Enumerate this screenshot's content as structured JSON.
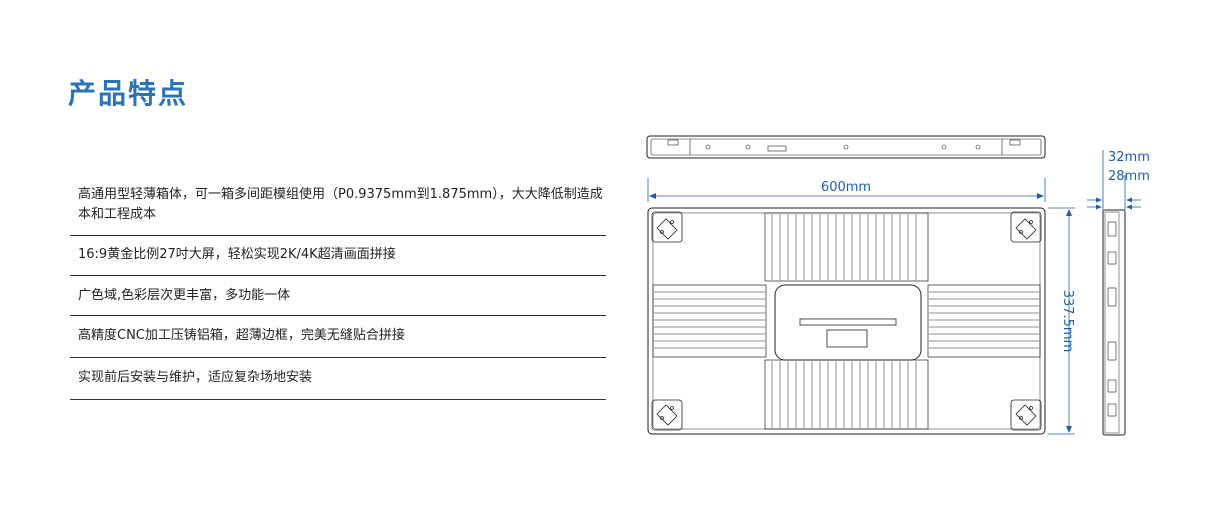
{
  "section": {
    "title": "产品特点"
  },
  "features": [
    "高通用型轻薄箱体，可一箱多间距模组使用（P0.9375mm到1.875mm），大大降低制造成本和工程成本",
    "16:9黄金比例27吋大屏，轻松实现2K/4K超清画面拼接",
    "广色域,色彩层次更丰富，多功能一体",
    "高精度CNC加工压铸铝箱，超薄边框，完美无缝贴合拼接",
    "实现前后安装与维护，适应复杂场地安装"
  ],
  "dimensions": {
    "width": "600mm",
    "height": "337.5mm",
    "depth_outer": "32mm",
    "depth_inner": "28mm"
  },
  "colors": {
    "accent": "#2b73b8",
    "dimension": "#1f5fa8",
    "line": "#222222"
  }
}
